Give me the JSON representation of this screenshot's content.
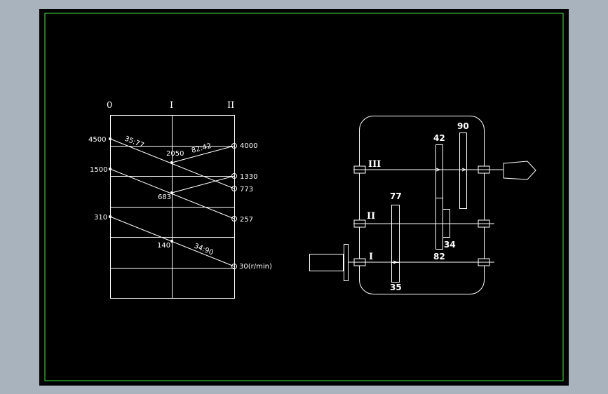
{
  "colors": {
    "background": "#a9b3be",
    "sheet": "#000000",
    "frame": "#39c23a",
    "line": "#ffffff"
  },
  "speed_chart": {
    "shaft_labels": [
      "0",
      "I",
      "II"
    ],
    "left_speeds": [
      "4500",
      "1500",
      "310"
    ],
    "mid_speeds": [
      "2050",
      "683",
      "140"
    ],
    "right_speeds": [
      "4000",
      "1330",
      "773",
      "257",
      "30(r/min)"
    ],
    "ratios": [
      "35:77",
      "82:42",
      "34:90"
    ]
  },
  "gearbox": {
    "shaft_labels": [
      "III",
      "II",
      "I"
    ],
    "gear_teeth": [
      "77",
      "35",
      "42",
      "82",
      "90",
      "34"
    ]
  }
}
